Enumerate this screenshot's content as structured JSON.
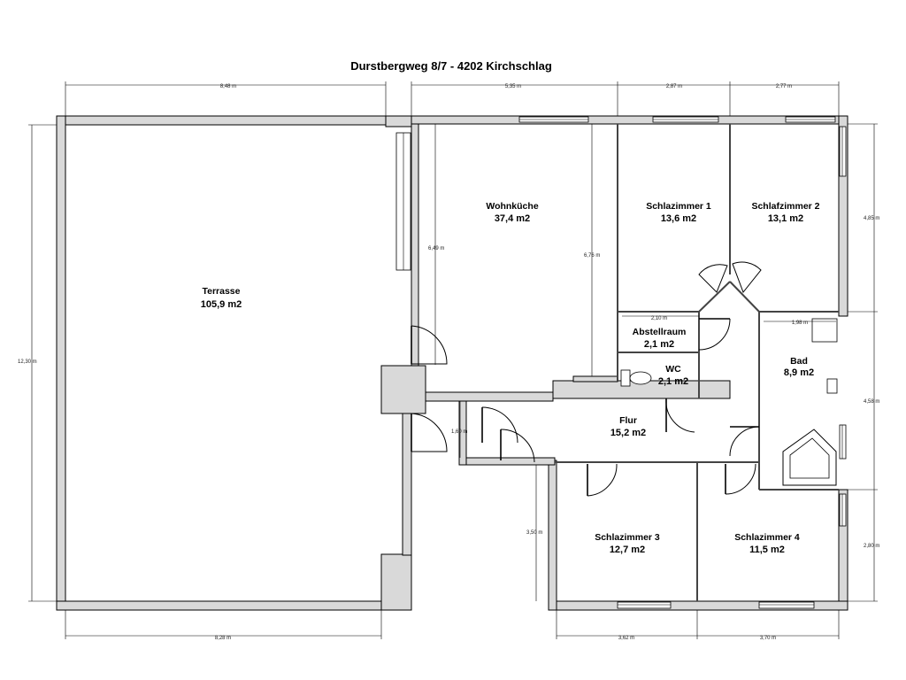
{
  "title": "Durstbergweg 8/7 - 4202 Kirchschlag",
  "rooms": [
    {
      "name": "Terrasse",
      "area": "105,9 m2"
    },
    {
      "name": "Wohnküche",
      "area": "37,4 m2"
    },
    {
      "name": "Schlazimmer 1",
      "area": "13,6 m2"
    },
    {
      "name": "Schlafzimmer 2",
      "area": "13,1 m2"
    },
    {
      "name": "Abstellraum",
      "area": "2,1 m2"
    },
    {
      "name": "WC",
      "area": "2,1 m2"
    },
    {
      "name": "Bad",
      "area": "8,9 m2"
    },
    {
      "name": "Flur",
      "area": "15,2 m2"
    },
    {
      "name": "Schlazimmer 3",
      "area": "12,7 m2"
    },
    {
      "name": "Schlazimmer 4",
      "area": "11,5 m2"
    }
  ],
  "dimensions": {
    "top_terrace": "8,48 m",
    "top_kitchen": "5,35 m",
    "top_bed1": "2,87 m",
    "top_bed2": "2,77 m",
    "left_total": "12,30 m",
    "kitchen_inner_left": "6,49 m",
    "kitchen_inner_right": "6,76 m",
    "abstell": "2,10 m",
    "bad_width": "1,98 m",
    "right_top": "4,85 m",
    "right_mid": "4,58 m",
    "right_bottom": "2,80 m",
    "hall_door": "1,60 m",
    "bed3_height": "3,50 m",
    "bottom_terrace": "8,28 m",
    "bottom_bed3": "3,62 m",
    "bottom_bed4": "3,70 m"
  }
}
